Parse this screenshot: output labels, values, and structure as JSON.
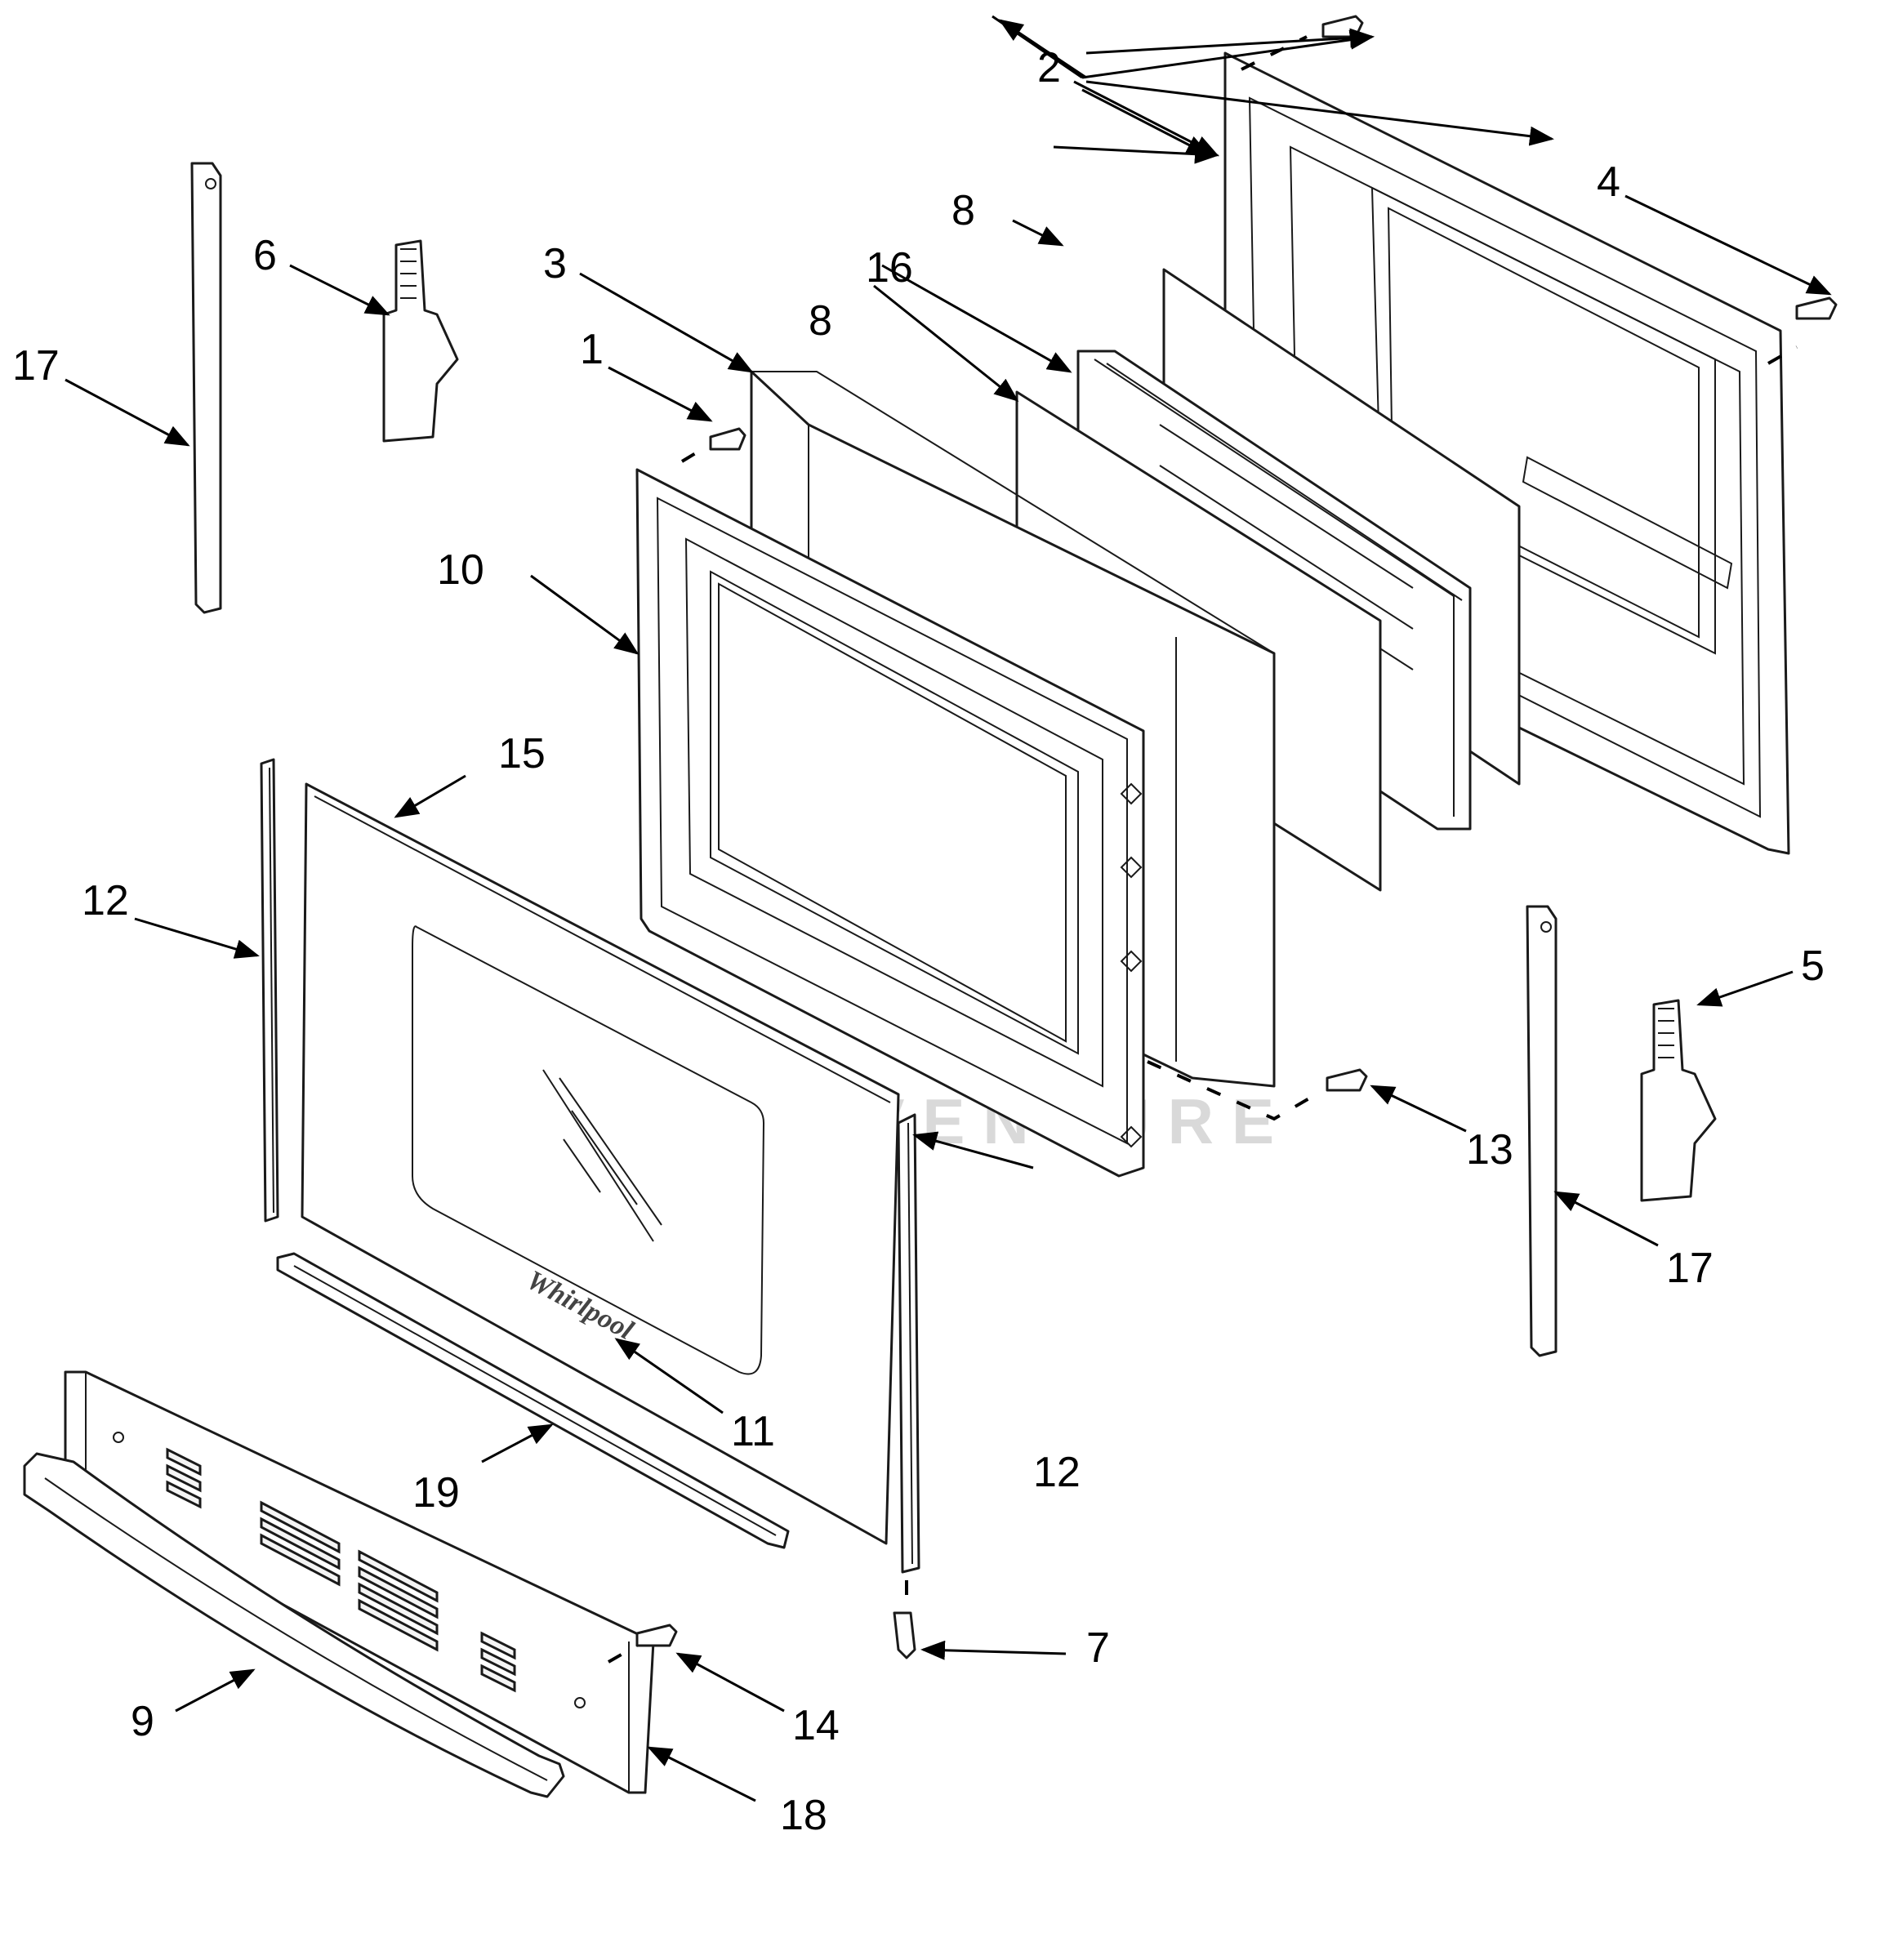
{
  "diagram": {
    "watermark": "LEADVENTURE",
    "brand_logo_text": "Whirlpool",
    "callouts": {
      "c1": "1",
      "c2": "2",
      "c3": "3",
      "c4": "4",
      "c5": "5",
      "c6": "6",
      "c7": "7",
      "c8a": "8",
      "c8b": "8",
      "c9": "9",
      "c10": "10",
      "c11": "11",
      "c12a": "12",
      "c12b": "12",
      "c13": "13",
      "c14": "14",
      "c15": "15",
      "c16": "16",
      "c17a": "17",
      "c17b": "17",
      "c18": "18",
      "c19": "19"
    }
  }
}
